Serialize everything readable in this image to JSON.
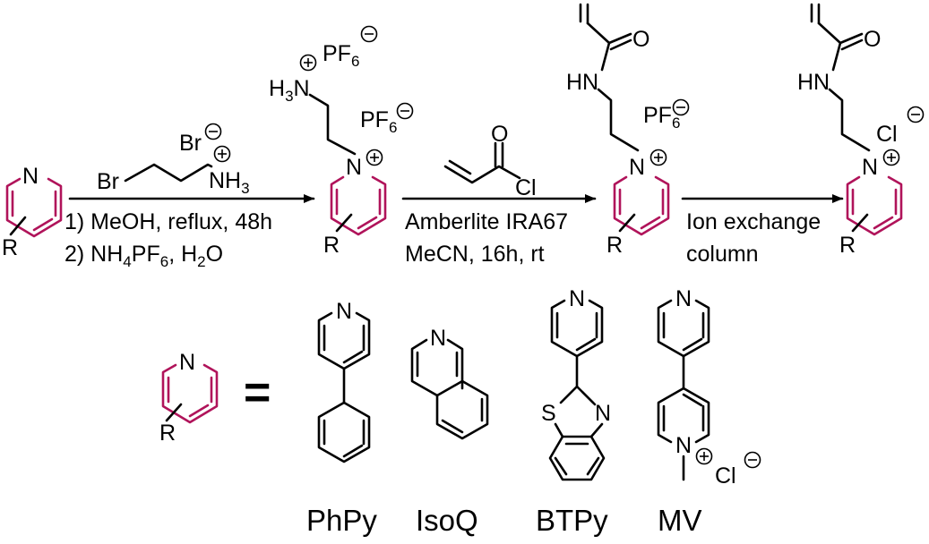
{
  "atoms": {
    "N": "N",
    "R": "R",
    "Br": "Br",
    "NH": "NH",
    "H3N": "H",
    "HN": "HN",
    "O": "O",
    "Cl": "Cl",
    "S": "S",
    "PF": "PF",
    "sub3": "3",
    "sub6": "6",
    "sub4": "4",
    "sub2": "2"
  },
  "conditions": {
    "step1_line1": "1) MeOH, reflux, 48h",
    "step1_line2_a": "2) NH",
    "step1_line2_b": "PF",
    "step1_line2_c": ", H",
    "step1_line2_d": "O",
    "step2_line1": "Amberlite IRA67",
    "step2_line2": "MeCN, 16h, rt",
    "step3_line1": "Ion exchange",
    "step3_line2": "column"
  },
  "equals": "=",
  "labels": {
    "phpy": "PhPy",
    "isoq": "IsoQ",
    "btpy": "BTPy",
    "mv": "MV"
  },
  "colors": {
    "pyridinium": "#b0135a",
    "ink": "#000000"
  }
}
